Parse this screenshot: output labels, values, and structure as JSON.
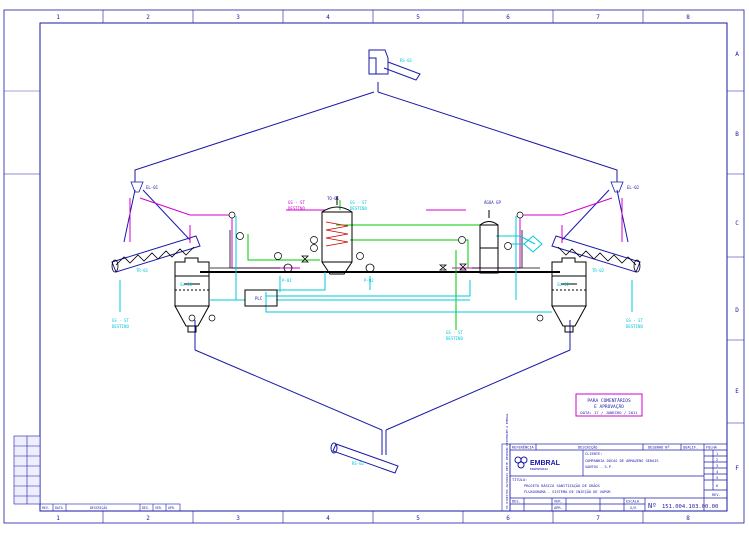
{
  "colors": {
    "frame": "#1a1aa8",
    "process_line": "#1a1aa8",
    "cyan": "#00c8d8",
    "green": "#00c800",
    "magenta": "#d000d0",
    "black": "#000000",
    "red": "#d00000"
  },
  "icons": [
    "bucket-elevator-icon",
    "screw-conveyor-icon",
    "silo-icon",
    "tank-icon",
    "valve-icon",
    "instrument-bubble-icon",
    "company-logo-icon"
  ],
  "grid": {
    "columns": [
      "1",
      "2",
      "3",
      "4",
      "5",
      "6",
      "7",
      "8"
    ],
    "rows": [
      "A",
      "B",
      "C",
      "D",
      "E",
      "F"
    ]
  },
  "labels": {
    "top_feed": "RS-01",
    "bottom_discharge": "RS-02",
    "elevator_left": "EL-01",
    "elevator_right": "EL-02",
    "screw_left": "TR-01",
    "screw_right": "TR-02",
    "silo_left": "SL-01",
    "silo_right": "SL-02",
    "gas_in_left": "GS - ST",
    "gas_in_right": "GS - ST",
    "destino_label": "DESTINO",
    "mix_tank": "TQ-01",
    "supply_left": "GS - ST",
    "supply_right": "GS - ST",
    "supply_sub": "DESTINO",
    "vent": "ÁGUA GP",
    "panel": "PLC",
    "pump_left": "P-01",
    "pump_right": "P-02",
    "bottom_mid": "GS - ST",
    "bottom_mid_sub": "DESTINO"
  },
  "approval_box": {
    "line1": "PARA COMENTÁRIOS",
    "line2": "E APROVAÇÃO",
    "line3": "DATA: 17 / JANEIRO / 2011"
  },
  "title_block": {
    "col_headers": [
      "REFERÊNCIA",
      "DESCRIÇÃO",
      "DESENHO Nº",
      "QUALIF.",
      "FOLHA"
    ],
    "company": "EMBRAL",
    "company_sub": "ENGENHARIA",
    "client_label": "CLIENTE:",
    "client": "COMPANHIA DOCAS DE ARMAZENS GERAIS",
    "client_sub": "SANTOS - S.P.",
    "title_label": "TÍTULO:",
    "title1": "PROJETO BÁSICO SANITIZAÇÃO DE GRÃOS",
    "title2": "FLUXOGRAMA - SISTEMA DE INJEÇÃO DE VAPOR",
    "footer_labels": [
      "DES.",
      "VER.",
      "APR."
    ],
    "scale_label": "ESCALA",
    "scale": "S/E",
    "number_label": "Nº",
    "number": "151.004.103.00.00",
    "rev_numbers": [
      "1",
      "2",
      "3",
      "4",
      "5",
      "6"
    ],
    "rev_label": "REV."
  },
  "revision_table": {
    "headers": [
      "REV.",
      "DATA",
      "DESCRIÇÃO",
      "DES.",
      "VER.",
      "APR."
    ]
  },
  "side_note": "OS DIREITOS AUTORAIS DESTE DESENHO PERTENCEM À EMBRAL"
}
